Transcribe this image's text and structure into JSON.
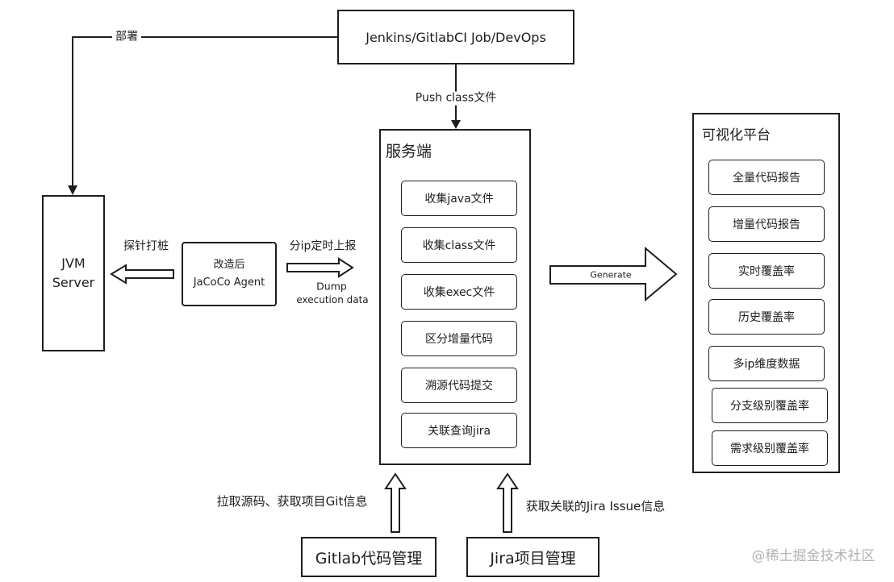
{
  "ci": {
    "label": "Jenkins/GitlabCI Job/DevOps"
  },
  "deploy": {
    "label": "部署"
  },
  "push": {
    "label": "Push class文件"
  },
  "server": {
    "title": "服务端",
    "items": [
      "收集java文件",
      "收集class文件",
      "收集exec文件",
      "区分增量代码",
      "溯源代码提交",
      "关联查询jira"
    ]
  },
  "jvm": {
    "line1": "JVM",
    "line2": "Server"
  },
  "probe": {
    "label": "探针打桩"
  },
  "agent": {
    "line1": "改造后",
    "line2": "JaCoCo Agent"
  },
  "report": {
    "label": "分ip定时上报",
    "dump_line1": "Dump",
    "dump_line2": "execution data"
  },
  "generate": {
    "label": "Generate"
  },
  "platform": {
    "title": "可视化平台",
    "items": [
      "全量代码报告",
      "增量代码报告",
      "实时覆盖率",
      "历史覆盖率",
      "多ip维度数据",
      "分支级别覆盖率",
      "需求级别覆盖率"
    ]
  },
  "gitlab": {
    "label": "Gitlab代码管理",
    "edge_label": "拉取源码、获取项目Git信息"
  },
  "jira": {
    "label": "Jira项目管理",
    "edge_label": "获取关联的Jira Issue信息"
  },
  "watermark": {
    "label": "@稀土掘金技术社区"
  }
}
